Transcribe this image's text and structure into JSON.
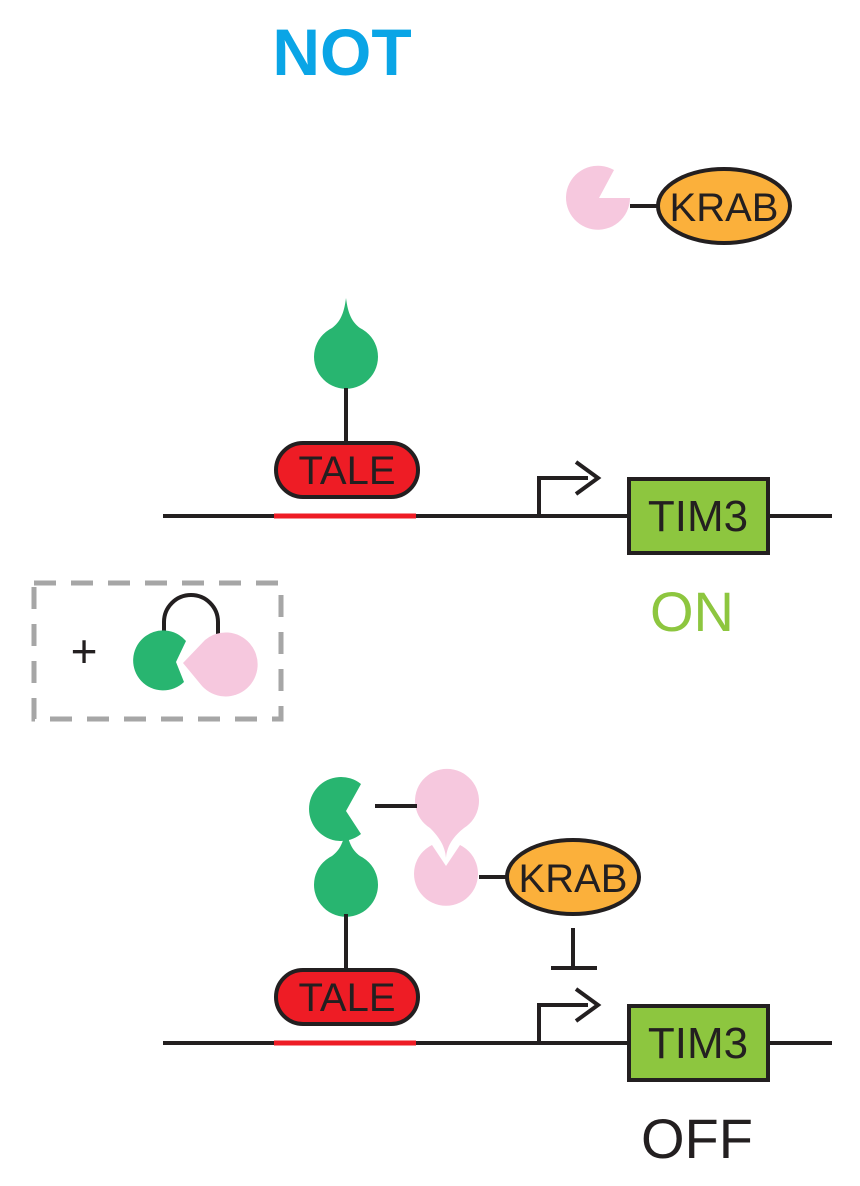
{
  "title": "NOT",
  "colors": {
    "title": "#0aa5e6",
    "tale": "#ee1c25",
    "dna": "#231f20",
    "dna_binding_site": "#ee1c25",
    "tim3": "#8dc63f",
    "krab": "#fbb03b",
    "green_domain": "#28b570",
    "pink_domain": "#f6c8de",
    "on_text": "#8dc63f",
    "off_text": "#231f20",
    "dashed_box": "#a6a6a6"
  },
  "free_repressor": {
    "krab_label": "KRAB",
    "pink_domain_icon": "pacman-domain"
  },
  "state_on": {
    "tale_label": "TALE",
    "gene_label": "TIM3",
    "status": "ON",
    "promoter_icon": "promoter-arrow",
    "green_domain_icon": "teardrop-domain"
  },
  "inducer_box": {
    "plus": "+",
    "icon": "linked-dimer"
  },
  "state_off": {
    "tale_label": "TALE",
    "krab_label": "KRAB",
    "gene_label": "TIM3",
    "status": "OFF",
    "promoter_icon": "promoter-arrow",
    "repression_icon": "repression-bar"
  }
}
